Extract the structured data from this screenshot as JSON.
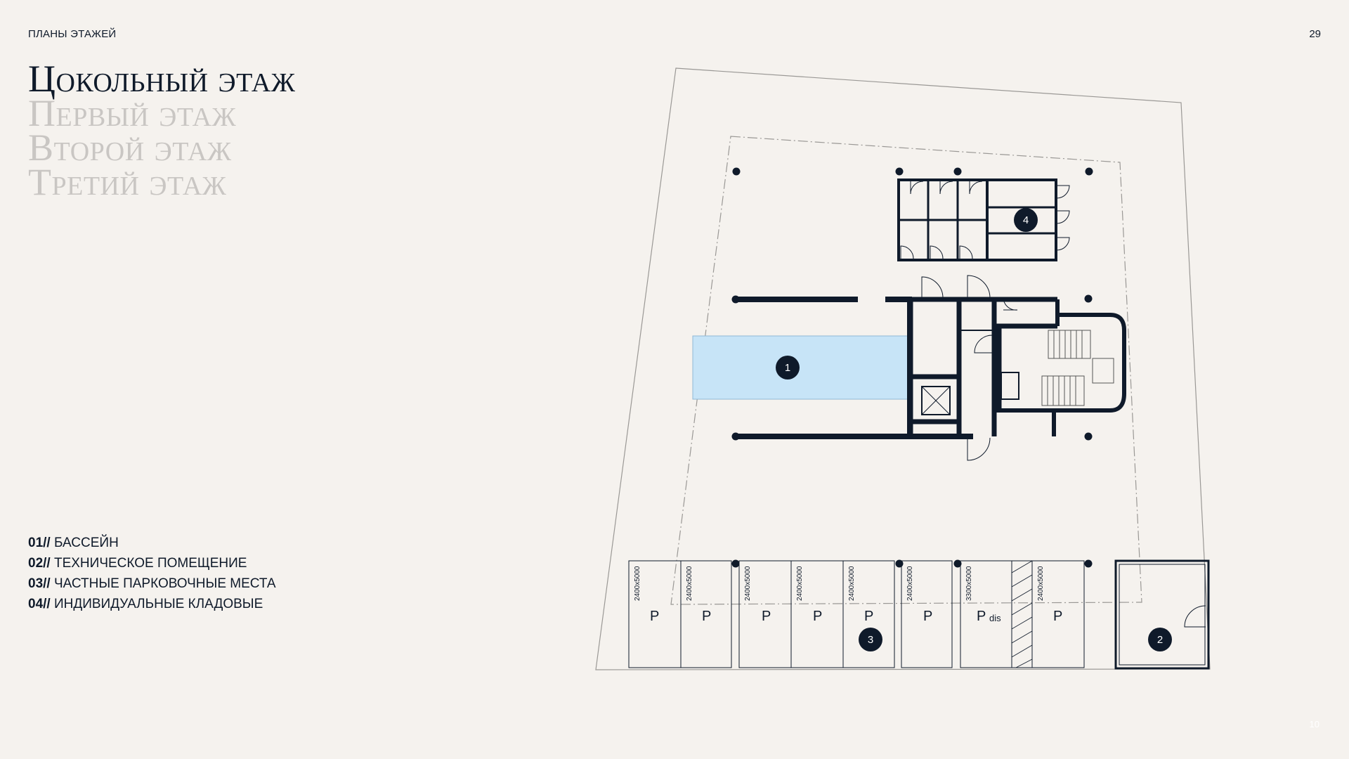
{
  "header": {
    "section_title": "ПЛАНЫ ЭТАЖЕЙ",
    "page_number": "29"
  },
  "floors": [
    {
      "label": "Цокольный этаж",
      "active": true
    },
    {
      "label": "Первый этаж",
      "active": false
    },
    {
      "label": "Второй этаж",
      "active": false
    },
    {
      "label": "Третий этаж",
      "active": false
    }
  ],
  "legend": [
    {
      "num": "01//",
      "text": "БАССЕЙН"
    },
    {
      "num": "02//",
      "text": "ТЕХНИЧЕСКОЕ ПОМЕЩЕНИЕ"
    },
    {
      "num": "03//",
      "text": "ЧАСТНЫЕ ПАРКОВОЧНЫЕ МЕСТА"
    },
    {
      "num": "04//",
      "text": "ИНДИВИДУАЛЬНЫЕ КЛАДОВЫЕ"
    }
  ],
  "plan": {
    "badges": {
      "pool": "1",
      "technical": "2",
      "parking": "3",
      "storage": "4"
    },
    "parking_slots": [
      {
        "label": "P",
        "dims": "2400x5000"
      },
      {
        "label": "P",
        "dims": "2400x5000"
      },
      {
        "label": "P",
        "dims": "2400x5000"
      },
      {
        "label": "P",
        "dims": "2400x5000"
      },
      {
        "label": "P",
        "dims": "2400x5000"
      },
      {
        "label": "P",
        "dims": "2400x5000"
      },
      {
        "label": "P",
        "sub": "dis",
        "dims": "3300x5000"
      },
      {
        "label": "P",
        "dims": "2400x5000"
      }
    ]
  },
  "corner_mark": "10",
  "colors": {
    "background": "#f5f2ee",
    "ink": "#0f1a2a",
    "pool": "#c7e4f7",
    "inactive_text": "#c9c6c3"
  }
}
